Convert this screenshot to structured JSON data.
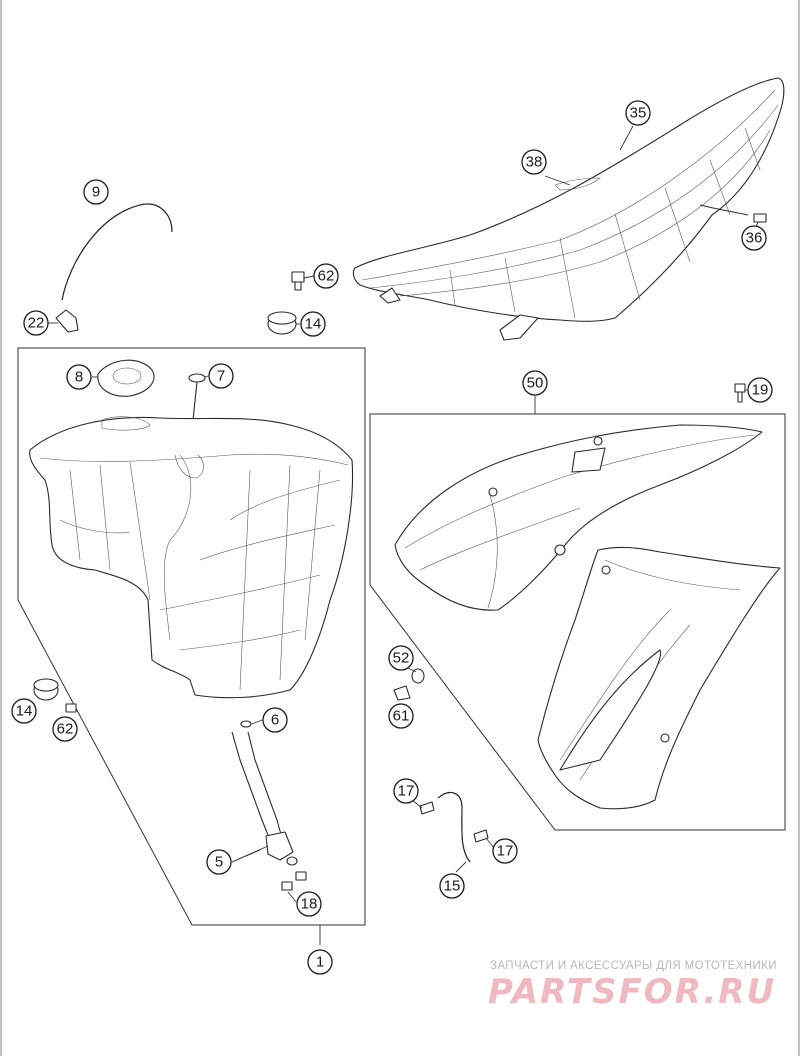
{
  "callouts": [
    {
      "label": "35"
    },
    {
      "label": "38"
    },
    {
      "label": "36"
    },
    {
      "label": "9"
    },
    {
      "label": "62"
    },
    {
      "label": "22"
    },
    {
      "label": "14"
    },
    {
      "label": "8"
    },
    {
      "label": "7"
    },
    {
      "label": "50"
    },
    {
      "label": "19"
    },
    {
      "label": "52"
    },
    {
      "label": "61"
    },
    {
      "label": "14"
    },
    {
      "label": "62"
    },
    {
      "label": "6"
    },
    {
      "label": "17"
    },
    {
      "label": "17"
    },
    {
      "label": "5"
    },
    {
      "label": "15"
    },
    {
      "label": "18"
    },
    {
      "label": "1"
    }
  ],
  "watermark": {
    "tagline": "ЗАПЧАСТИ И АКСЕССУАРЫ ДЛЯ МОТОТЕХНИКИ",
    "logo": "PARTSFOR.RU"
  }
}
